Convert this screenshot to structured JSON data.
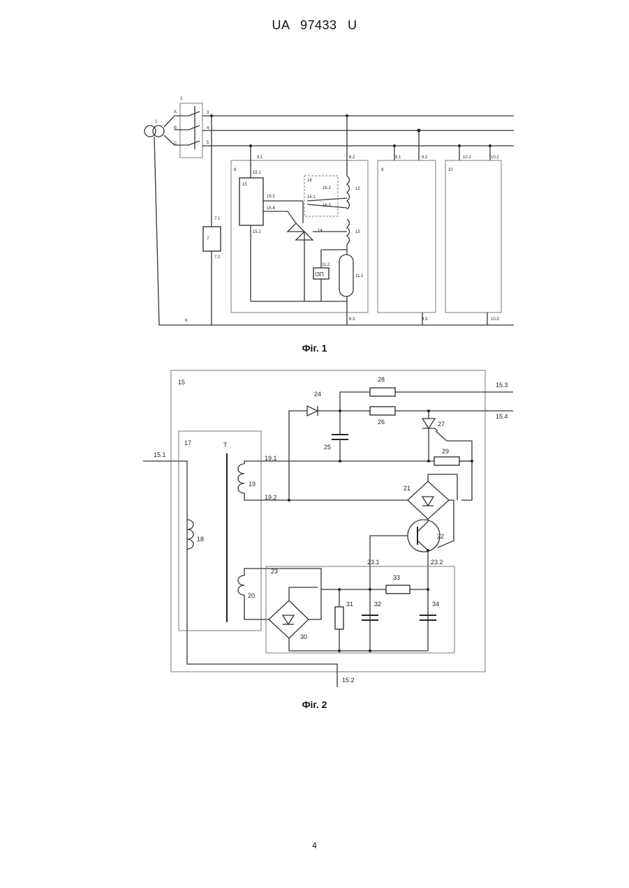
{
  "header": {
    "patent_no": "UA  97433  U"
  },
  "figures": [
    {
      "caption": "Фіг. 1",
      "labels": {
        "n1": "1",
        "n2": "2",
        "n3": "3",
        "n4": "4",
        "n5": "5",
        "n6": "6",
        "n7": "7",
        "n71": "7.1",
        "n72": "7.2",
        "A": "A",
        "B": "B",
        "C": "C",
        "n8": "8",
        "n81": "8.1",
        "n82": "8.2",
        "n83": "8.3",
        "n9": "9",
        "n91": "9.1",
        "n92": "9.2",
        "n93": "9.3",
        "n10": "10",
        "n101": "10.1",
        "n102": "10.2",
        "n103": "10.3",
        "n15": "15",
        "n151": "15.1",
        "n152": "15.2",
        "n153": "15.3",
        "n154": "15.4",
        "n16": "16",
        "n161": "16.1",
        "n162": "16.2",
        "n163": "16.3",
        "n12": "12",
        "n13": "13",
        "n14": "14",
        "n112": "11.2",
        "n11": "11.1",
        "izp": "ІЗП"
      }
    },
    {
      "caption": "Фіг. 2",
      "labels": {
        "n15": "15",
        "n17": "17",
        "T": "T",
        "n18": "18",
        "n19": "19",
        "n20": "20",
        "n191": "19.1",
        "n192": "19.2",
        "n151": "15.1",
        "n152": "15.2",
        "n153": "15.3",
        "n154": "15.4",
        "n21": "21",
        "n22": "22",
        "n23": "23",
        "n231": "23.1",
        "n232": "23.2",
        "n24": "24",
        "n25": "25",
        "n26": "26",
        "n27": "27",
        "n28": "28",
        "n29": "29",
        "n30": "30",
        "n31": "31",
        "n32": "32",
        "n33": "33",
        "n34": "34"
      }
    }
  ],
  "page_number": "4"
}
